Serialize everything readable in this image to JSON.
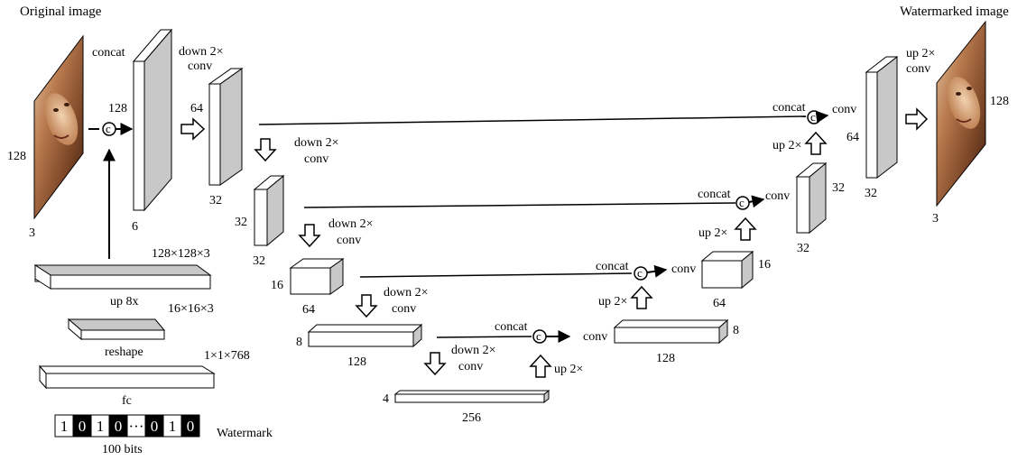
{
  "labels": {
    "original_image": "Original image",
    "watermarked_image": "Watermarked image",
    "concat": "concat",
    "down": "down 2×",
    "conv": "conv",
    "up": "up 2×",
    "up8x": "up 8x",
    "reshape": "reshape",
    "fc": "fc",
    "watermark": "Watermark",
    "bits": "100 bits",
    "size_128x128x3": "128×128×3",
    "size_16x16x3": "16×16×3",
    "size_1x1x768": "1×1×768"
  },
  "dims": {
    "n128": "128",
    "n3": "3",
    "n6": "6",
    "n64": "64",
    "n32": "32",
    "n16": "16",
    "n8": "8",
    "n4": "4",
    "n256": "256"
  },
  "watermark_bits": [
    "1",
    "0",
    "1",
    "0",
    "···",
    "0",
    "1",
    "0"
  ],
  "colors": {
    "block_side": "#c8c8c8",
    "block_face": "#ffffff",
    "stroke": "#000000"
  }
}
